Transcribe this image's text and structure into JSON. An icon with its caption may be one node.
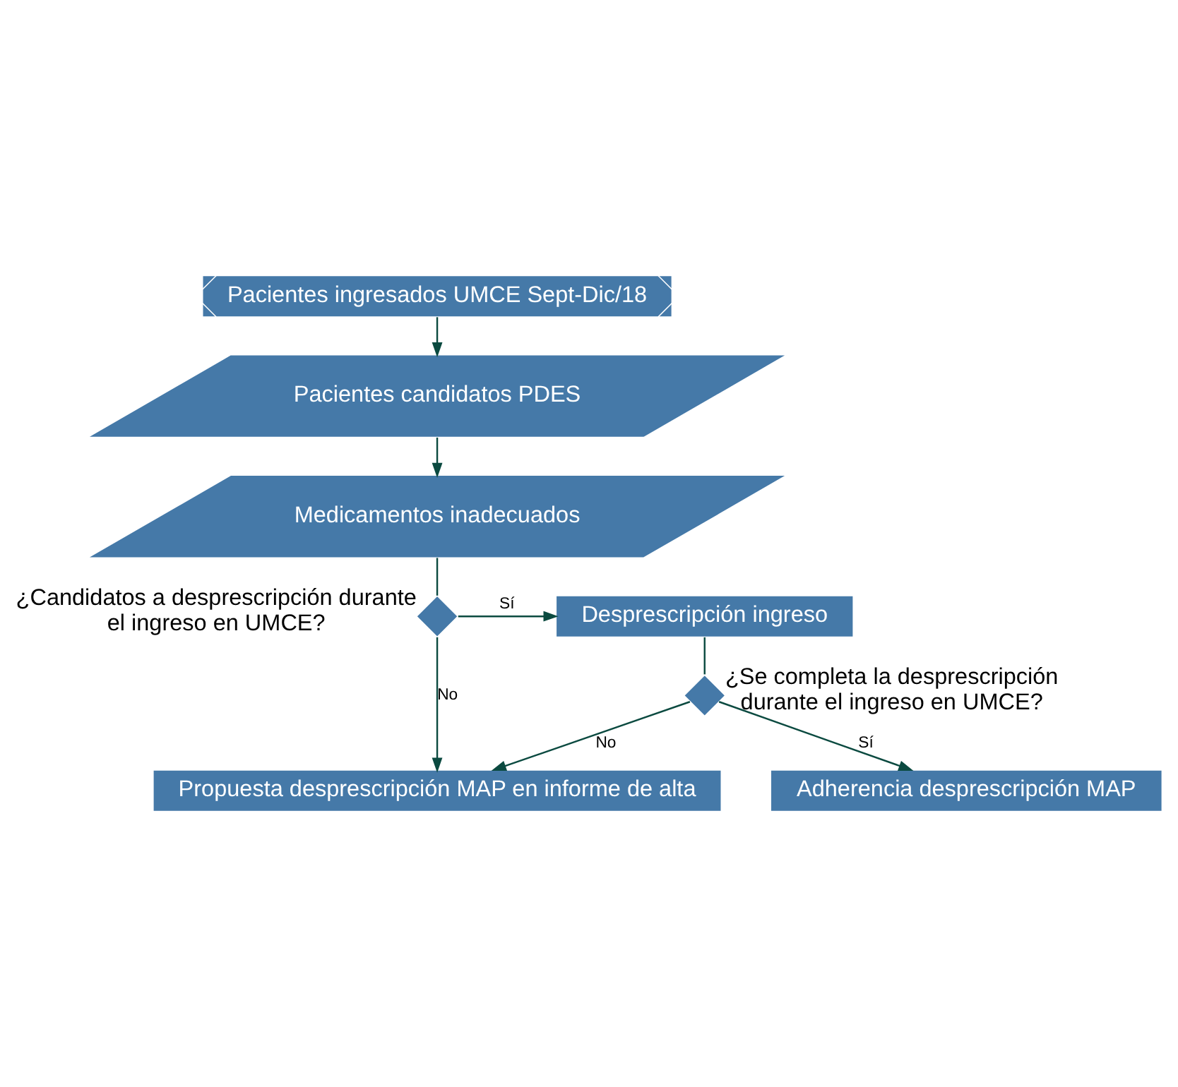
{
  "diagram": {
    "nodes": [
      {
        "text": [
          "Pacientes ingresados UMCE Sept-Dic/18"
        ]
      },
      {
        "text": [
          "Pacientes candidatos PDES"
        ]
      },
      {
        "text": [
          "Medicamentos inadecuados"
        ]
      },
      {
        "text": [],
        "shape": "diamond",
        "beside": [
          "¿Candidatos a desprescripción durante el ingreso en UMCE?"
        ]
      },
      {
        "text": [
          "Propuesta desprescripción MAP en informe de alta"
        ]
      },
      {
        "text": [
          "Desprescripción ingreso"
        ]
      },
      {
        "text": [],
        "shape": "diamond",
        "beside": [
          "¿Se completa la desprescripción durante el ingreso en UMCE?"
        ]
      },
      {
        "text": [
          "Adherencia desprescripción MAP"
        ]
      }
    ],
    "edges": [
      {
        "from": 0,
        "to": 1,
        "arrow": "to"
      },
      {
        "from": 1,
        "to": 2,
        "arrow": "to"
      },
      {
        "from": 2,
        "to": 3,
        "arrow": "none"
      },
      {
        "from": 3,
        "to": 4,
        "arrow": "to",
        "label": "No"
      },
      {
        "from": 3,
        "to": 5,
        "arrow": "to",
        "label": "Sí"
      },
      {
        "from": 5,
        "to": 6,
        "arrow": "none"
      },
      {
        "from": 6,
        "to": 4,
        "arrow": "to",
        "label": "No"
      },
      {
        "from": 6,
        "to": 7,
        "arrow": "to",
        "label": "Sí"
      }
    ]
  }
}
